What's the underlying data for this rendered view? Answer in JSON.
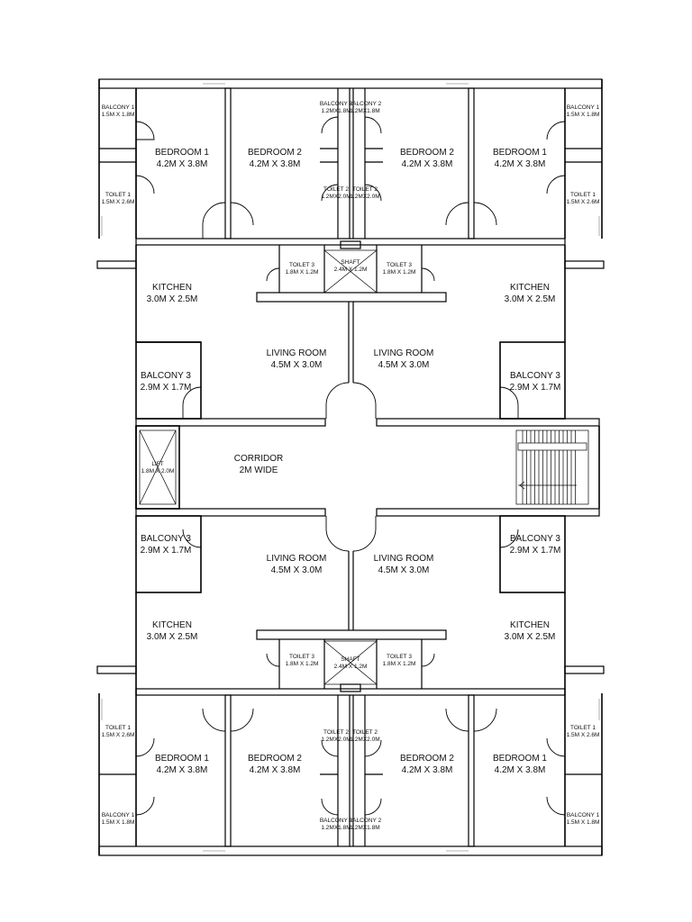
{
  "rooms": {
    "top_left_balcony1": {
      "name": "BALCONY 1",
      "size": "1.5M X 1.8M"
    },
    "top_left_toilet1": {
      "name": "TOILET 1",
      "size": "1.5M X 2.6M"
    },
    "top_left_bedroom1": {
      "name": "BEDROOM 1",
      "size": "4.2M X 3.8M"
    },
    "top_left_bedroom2": {
      "name": "BEDROOM 2",
      "size": "4.2M X 3.8M"
    },
    "top_left_balcony2": {
      "name": "BALCONY 2",
      "size": "1.2MX1.8M"
    },
    "top_left_toilet2": {
      "name": "TOILET 2",
      "size": "1.2MX2.0M"
    },
    "top_right_balcony2": {
      "name": "BALCONY 2",
      "size": "1.2MX1.8M"
    },
    "top_right_toilet2": {
      "name": "TOILET 2",
      "size": "1.2MX2.0M"
    },
    "top_right_bedroom2": {
      "name": "BEDROOM 2",
      "size": "4.2M X 3.8M"
    },
    "top_right_bedroom1": {
      "name": "BEDROOM 1",
      "size": "4.2M X 3.8M"
    },
    "top_right_balcony1": {
      "name": "BALCONY 1",
      "size": "1.5M X 1.8M"
    },
    "top_right_toilet1": {
      "name": "TOILET 1",
      "size": "1.5M X 2.6M"
    },
    "top_left_toilet3": {
      "name": "TOILET 3",
      "size": "1.8M X 1.2M"
    },
    "top_shaft": {
      "name": "SHAFT",
      "size": "2.4M X 1.2M"
    },
    "top_right_toilet3": {
      "name": "TOILET 3",
      "size": "1.8M X 1.2M"
    },
    "top_left_kitchen": {
      "name": "KITCHEN",
      "size": "3.0M X 2.5M"
    },
    "top_right_kitchen": {
      "name": "KITCHEN",
      "size": "3.0M X 2.5M"
    },
    "top_left_living": {
      "name": "LIVING ROOM",
      "size": "4.5M X 3.0M"
    },
    "top_right_living": {
      "name": "LIVING ROOM",
      "size": "4.5M X 3.0M"
    },
    "top_left_balcony3": {
      "name": "BALCONY 3",
      "size": "2.9M X 1.7M"
    },
    "top_right_balcony3": {
      "name": "BALCONY 3",
      "size": "2.9M X 1.7M"
    },
    "lift": {
      "name": "LIFT",
      "size": "1.8M X 2.0M"
    },
    "corridor": {
      "name": "CORRIDOR",
      "size": "2M WIDE"
    },
    "bot_left_balcony3": {
      "name": "BALCONY 3",
      "size": "2.9M X 1.7M"
    },
    "bot_right_balcony3": {
      "name": "BALCONY 3",
      "size": "2.9M X 1.7M"
    },
    "bot_left_living": {
      "name": "LIVING ROOM",
      "size": "4.5M X 3.0M"
    },
    "bot_right_living": {
      "name": "LIVING ROOM",
      "size": "4.5M X 3.0M"
    },
    "bot_left_kitchen": {
      "name": "KITCHEN",
      "size": "3.0M X 2.5M"
    },
    "bot_right_kitchen": {
      "name": "KITCHEN",
      "size": "3.0M X 2.5M"
    },
    "bot_left_toilet3": {
      "name": "TOILET 3",
      "size": "1.8M X 1.2M"
    },
    "bot_shaft": {
      "name": "SHAFT",
      "size": "2.4M X 1.2M"
    },
    "bot_right_toilet3": {
      "name": "TOILET 3",
      "size": "1.8M X 1.2M"
    },
    "bot_left_toilet1": {
      "name": "TOILET 1",
      "size": "1.5M X 2.6M"
    },
    "bot_left_bedroom1": {
      "name": "BEDROOM 1",
      "size": "4.2M X 3.8M"
    },
    "bot_left_bedroom2": {
      "name": "BEDROOM 2",
      "size": "4.2M X 3.8M"
    },
    "bot_left_toilet2": {
      "name": "TOILET 2",
      "size": "1.2MX2.0M"
    },
    "bot_right_toilet2": {
      "name": "TOILET 2",
      "size": "1.2MX2.0M"
    },
    "bot_right_bedroom2": {
      "name": "BEDROOM 2",
      "size": "4.2M X 3.8M"
    },
    "bot_right_bedroom1": {
      "name": "BEDROOM 1",
      "size": "4.2M X 3.8M"
    },
    "bot_right_toilet1": {
      "name": "TOILET 1",
      "size": "1.5M X 2.6M"
    },
    "bot_left_balcony1": {
      "name": "BALCONY 1",
      "size": "1.5M X 1.8M"
    },
    "bot_left_balcony2": {
      "name": "BALCONY 2",
      "size": "1.2MX1.8M"
    },
    "bot_right_balcony2": {
      "name": "BALCONY 2",
      "size": "1.2MX1.8M"
    },
    "bot_right_balcony1": {
      "name": "BALCONY 1",
      "size": "1.5M X 1.8M"
    }
  },
  "colors": {
    "wall": "#000000",
    "window": "#9a9a9a",
    "background": "#ffffff"
  }
}
